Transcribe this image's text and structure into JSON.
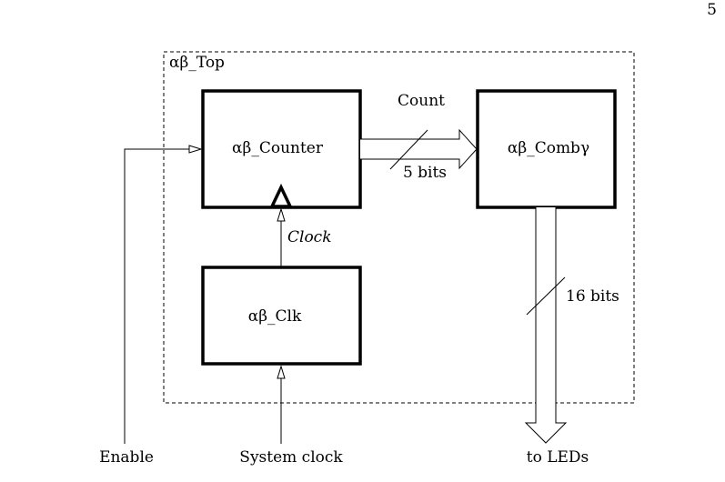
{
  "page": {
    "number": "5"
  },
  "diagram": {
    "top_module": {
      "label": "αβ_Top"
    },
    "blocks": {
      "counter": {
        "label": "αβ_Counter"
      },
      "comb": {
        "label": "αβ_Combγ"
      },
      "clk": {
        "label": "αβ_Clk"
      }
    },
    "signals": {
      "count": {
        "name": "Count",
        "width": "5 bits"
      },
      "clock": {
        "name": "Clock"
      },
      "leds_bus": {
        "width": "16 bits"
      }
    },
    "external": {
      "enable": "Enable",
      "system_clock": "System clock",
      "leds": "to LEDs"
    }
  }
}
